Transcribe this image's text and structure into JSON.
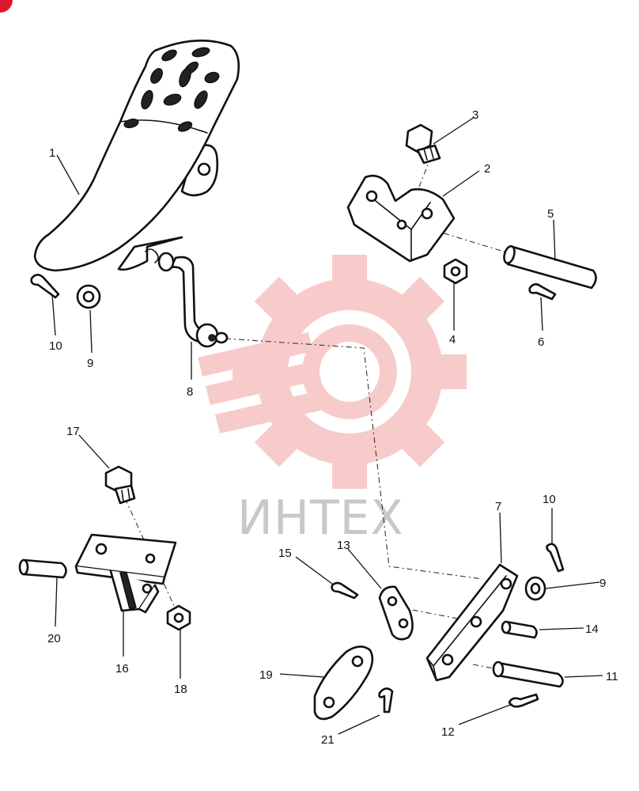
{
  "watermark": {
    "text": "ИНТЕХ",
    "gear_color": "#f7c2c2",
    "text_color": "#c8c8c8",
    "corner_badge_color": "#e0182d"
  },
  "parts": [
    {
      "number": "1"
    },
    {
      "number": "2"
    },
    {
      "number": "3"
    },
    {
      "number": "4"
    },
    {
      "number": "5"
    },
    {
      "number": "6"
    },
    {
      "number": "7"
    },
    {
      "number": "8"
    },
    {
      "number": "9"
    },
    {
      "number": "10"
    },
    {
      "number": "11"
    },
    {
      "number": "12"
    },
    {
      "number": "13"
    },
    {
      "number": "14"
    },
    {
      "number": "15"
    },
    {
      "number": "16"
    },
    {
      "number": "17"
    },
    {
      "number": "18"
    },
    {
      "number": "19"
    },
    {
      "number": "20"
    },
    {
      "number": "21"
    },
    {
      "number": "9"
    },
    {
      "number": "10"
    }
  ]
}
